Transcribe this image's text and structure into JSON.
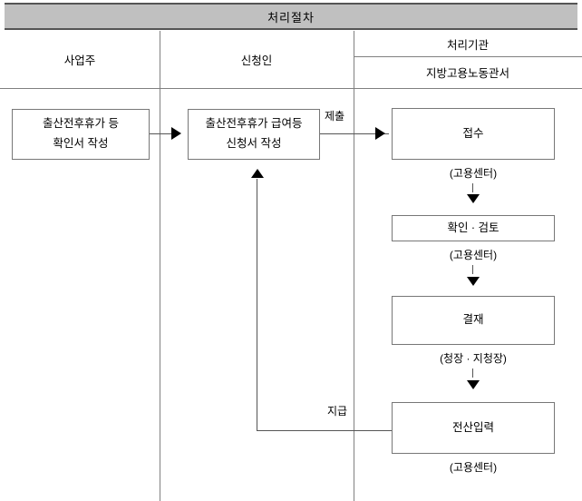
{
  "title": "처리절차",
  "header": {
    "columns": [
      {
        "label": "사업주"
      },
      {
        "label": "신청인"
      }
    ],
    "agency": {
      "top_label": "처리기관",
      "bottom_label": "지방고용노동관서"
    }
  },
  "boxes": {
    "employer_form": {
      "line1": "출산전후휴가 등",
      "line2": "확인서 작성"
    },
    "applicant_form": {
      "line1": "출산전후휴가 급여등",
      "line2": "신청서 작성"
    },
    "receipt": {
      "label": "접수",
      "caption": "(고용센터)"
    },
    "review": {
      "label": "확인 · 검토",
      "caption": "(고용센터)"
    },
    "approval": {
      "label": "결재",
      "caption": "(청장 · 지청장)"
    },
    "data_entry": {
      "label": "전산입력",
      "caption": "(고용센터)"
    }
  },
  "edge_labels": {
    "submit": "제출",
    "payment": "지급"
  },
  "colors": {
    "title_bar": "#c0c0c0",
    "rule": "#555555",
    "box_border": "#777777",
    "grid_line": "#808080",
    "arrow": "#000000"
  }
}
